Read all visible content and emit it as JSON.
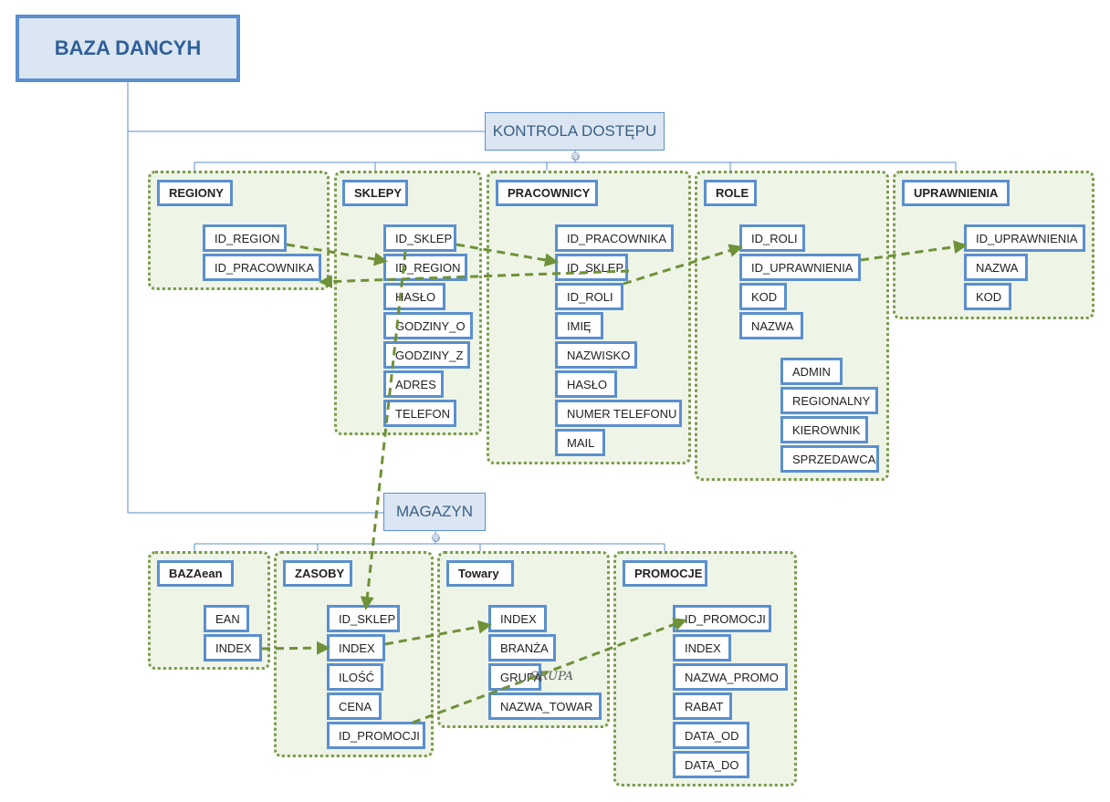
{
  "root": "BAZA DANCYH",
  "sections": {
    "access": "KONTROLA DOSTĘPU",
    "warehouse": "MAGAZYN"
  },
  "tables": {
    "regiony": {
      "title": "REGIONY",
      "fields": [
        "ID_REGION",
        "ID_PRACOWNIKA"
      ]
    },
    "sklepy": {
      "title": "SKLEPY",
      "fields": [
        "ID_SKLEP",
        "ID_REGION",
        "HASŁO",
        "GODZINY_O",
        "GODZINY_Z",
        "ADRES",
        "TELEFON"
      ]
    },
    "pracownicy": {
      "title": "PRACOWNICY",
      "fields": [
        "ID_PRACOWNIKA",
        "ID_SKLEP",
        "ID_ROLI",
        "IMIĘ",
        "NAZWISKO",
        "HASŁO",
        "NUMER TELEFONU",
        "MAIL"
      ]
    },
    "role": {
      "title": "ROLE",
      "fields": [
        "ID_ROLI",
        "ID_UPRAWNIENIA",
        "KOD",
        "NAZWA"
      ],
      "nazwa_values": [
        "ADMIN",
        "REGIONALNY",
        "KIEROWNIK",
        "SPRZEDAWCA"
      ]
    },
    "uprawnienia": {
      "title": "UPRAWNIENIA",
      "fields": [
        "ID_UPRAWNIENIA",
        "NAZWA",
        "KOD"
      ]
    },
    "bazaean": {
      "title": "BAZAean",
      "fields": [
        "EAN",
        "INDEX"
      ]
    },
    "zasoby": {
      "title": "ZASOBY",
      "fields": [
        "ID_SKLEP",
        "INDEX",
        "ILOŚĆ",
        "CENA",
        "ID_PROMOCJI"
      ]
    },
    "towary": {
      "title": "Towary",
      "fields": [
        "INDEX",
        "BRANŻA",
        "GRUPA",
        "NAZWA_TOWAR"
      ]
    },
    "promocje": {
      "title": "PROMOCJE",
      "fields": [
        "ID_PROMOCJI",
        "INDEX",
        "NAZWA_PROMO",
        "RABAT",
        "DATA_OD",
        "DATA_DO"
      ]
    }
  },
  "overlay_note": "GRUPA",
  "toggle_symbol": "⊖",
  "colors": {
    "box_border": "#5b8fcf",
    "group_fill": "#eef4e6",
    "group_border": "#7a9a4a",
    "relation_arrow": "#6f9138",
    "section_fill": "#dbe6f2"
  }
}
